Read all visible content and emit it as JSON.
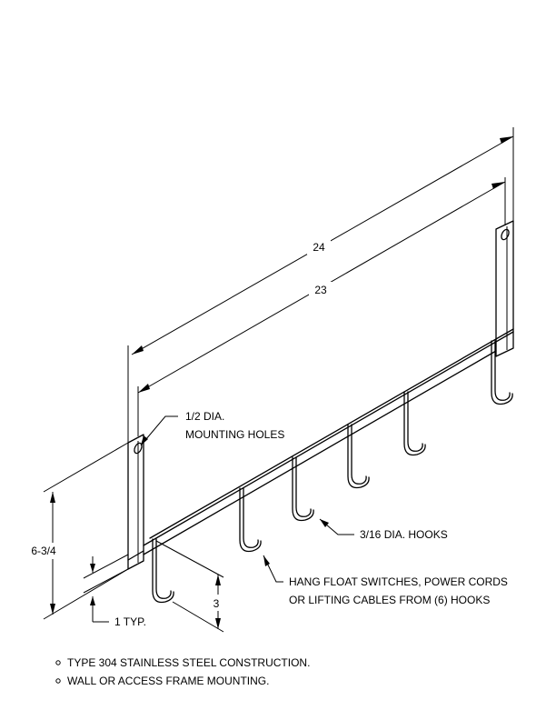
{
  "dimensions": {
    "overall_length": "24",
    "hole_spacing": "23",
    "height": "6-3/4",
    "hook_drop": "3",
    "edge_offset": "1 TYP."
  },
  "callouts": {
    "mounting_holes_line1": "1/2 DIA.",
    "mounting_holes_line2": "MOUNTING HOLES",
    "hooks": "3/16 DIA. HOOKS",
    "hang_line1": "HANG FLOAT SWITCHES, POWER CORDS",
    "hang_line2": "OR LIFTING CABLES FROM (6) HOOKS"
  },
  "notes": [
    "TYPE 304 STAINLESS STEEL CONSTRUCTION.",
    "WALL OR ACCESS FRAME MOUNTING."
  ]
}
